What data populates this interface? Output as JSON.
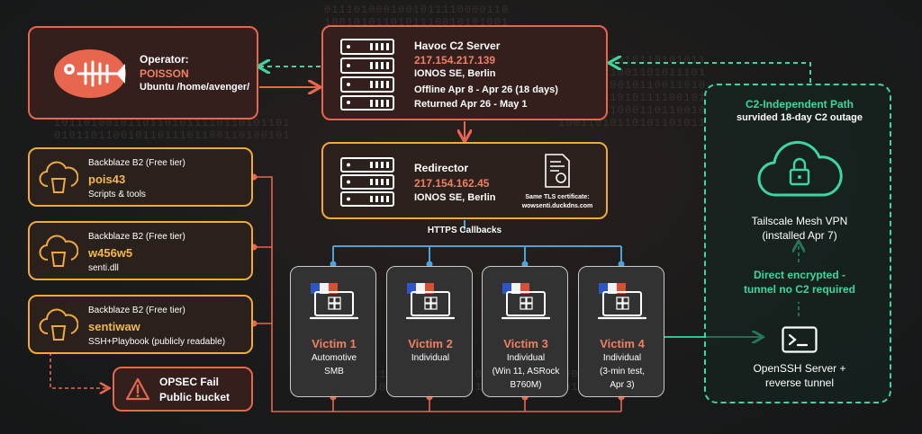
{
  "operator": {
    "heading": "Operator:",
    "name": "POISSON",
    "path": "Ubuntu /home/avenger/"
  },
  "c2": {
    "title": "Havoc C2 Server",
    "ip": "217.154.217.139",
    "host": "IONOS SE, Berlin",
    "offline": "Offline Apr 8 - Apr 26 (18 days)",
    "returned": "Returned Apr 26 - May 1"
  },
  "redirector": {
    "title": "Redirector",
    "ip": "217.154.162.45",
    "host": "IONOS SE, Berlin",
    "cert_line1": "Same TLS certificate:",
    "cert_line2": "wowsenti.duckdns.com"
  },
  "callbacks_label": "HTTPS Callbacks",
  "buckets": [
    {
      "tier": "Backblaze B2 (Free tier)",
      "name": "pois43",
      "desc": "Scripts & tools"
    },
    {
      "tier": "Backblaze B2 (Free tier)",
      "name": "w456w5",
      "desc": "senti.dll"
    },
    {
      "tier": "Backblaze B2 (Free tier)",
      "name": "sentiwaw",
      "desc": "SSH+Playbook (publicly readable)"
    }
  ],
  "opsec": {
    "line1": "OPSEC Fail",
    "line2": "Public bucket"
  },
  "victims": [
    {
      "title": "Victim 1",
      "lines": [
        "Automotive",
        "SMB"
      ]
    },
    {
      "title": "Victim 2",
      "lines": [
        "Individual"
      ]
    },
    {
      "title": "Victim 3",
      "lines": [
        "Individual",
        "(Win 11, ASRock",
        "B760M)"
      ]
    },
    {
      "title": "Victim 4",
      "lines": [
        "Individual",
        "(3-min test,",
        "Apr 3)"
      ]
    }
  ],
  "path": {
    "heading": "C2-Independent Path",
    "sub": "survided 18-day C2 outage",
    "vpn1": "Tailscale Mesh VPN",
    "vpn2": "(installed Apr 7)",
    "direct1": "Direct  encrypted -",
    "direct2": "tunnel no C2 required",
    "ssh1": "OpenSSH Server +",
    "ssh2": "reverse tunnel"
  },
  "colors": {
    "red": "#e8654e",
    "orange": "#f0a93a",
    "green": "#3dd6a0",
    "blue": "#4aa3df"
  },
  "icons": {
    "operator": "fish-skeleton-icon",
    "server": "server-rack-icon",
    "certificate": "certificate-icon",
    "bucket": "cloud-bucket-icon",
    "warning": "warning-icon",
    "victim": "laptop-windows-icon",
    "vpn": "cloud-lock-icon",
    "terminal": "terminal-icon"
  }
}
